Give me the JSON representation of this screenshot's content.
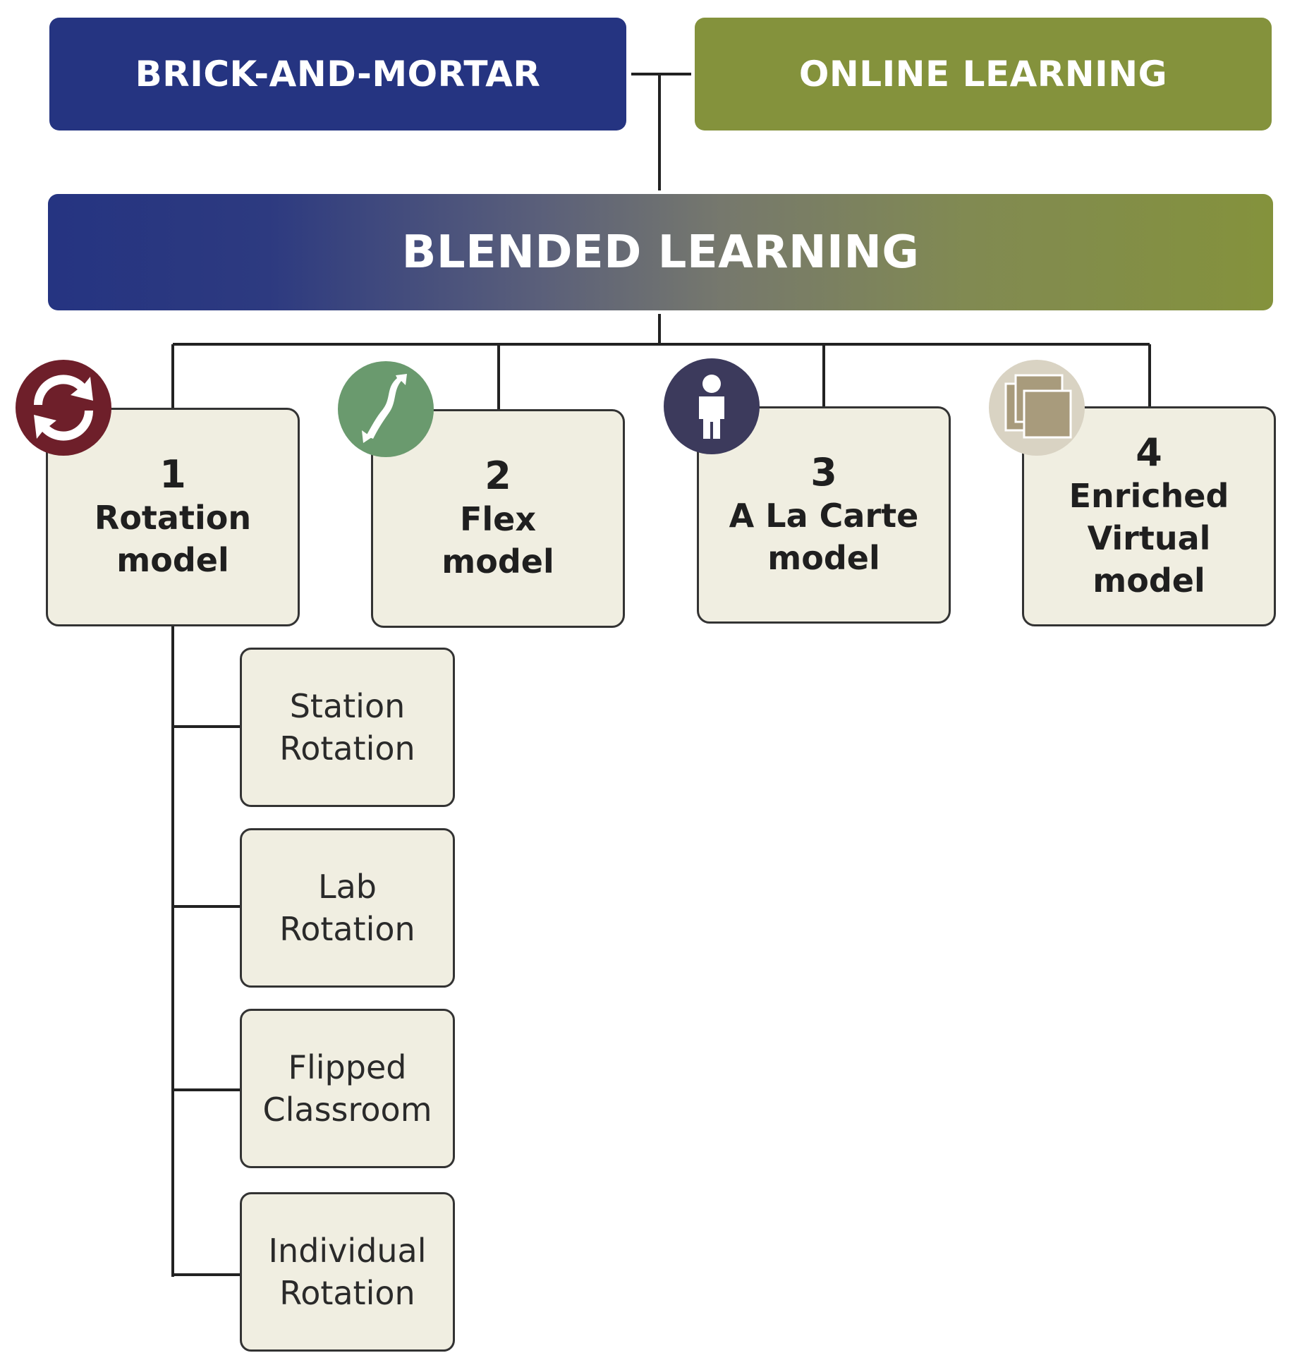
{
  "headers": {
    "brick": "BRICK-AND-MORTAR",
    "online": "ONLINE LEARNING",
    "blended": "BLENDED LEARNING"
  },
  "models": [
    {
      "number": "1",
      "line1": "Rotation",
      "line2": "model",
      "line3": "",
      "icon": "rotation-arrows-icon",
      "color": "#6e1f2a"
    },
    {
      "number": "2",
      "line1": "Flex",
      "line2": "model",
      "line3": "",
      "icon": "flex-arrow-icon",
      "color": "#6a9a6e"
    },
    {
      "number": "3",
      "line1": "A La Carte",
      "line2": "model",
      "line3": "",
      "icon": "person-icon",
      "color": "#3c3a5c"
    },
    {
      "number": "4",
      "line1": "Enriched",
      "line2": "Virtual",
      "line3": "model",
      "icon": "stacked-squares-icon",
      "color": "#a89b7c"
    }
  ],
  "rotation_submodels": [
    {
      "line1": "Station",
      "line2": "Rotation"
    },
    {
      "line1": "Lab",
      "line2": "Rotation"
    },
    {
      "line1": "Flipped",
      "line2": "Classroom"
    },
    {
      "line1": "Individual",
      "line2": "Rotation"
    }
  ],
  "colors": {
    "brick": "#253481",
    "online": "#84923c",
    "box_fill": "#f0eee1",
    "line": "#222222"
  }
}
